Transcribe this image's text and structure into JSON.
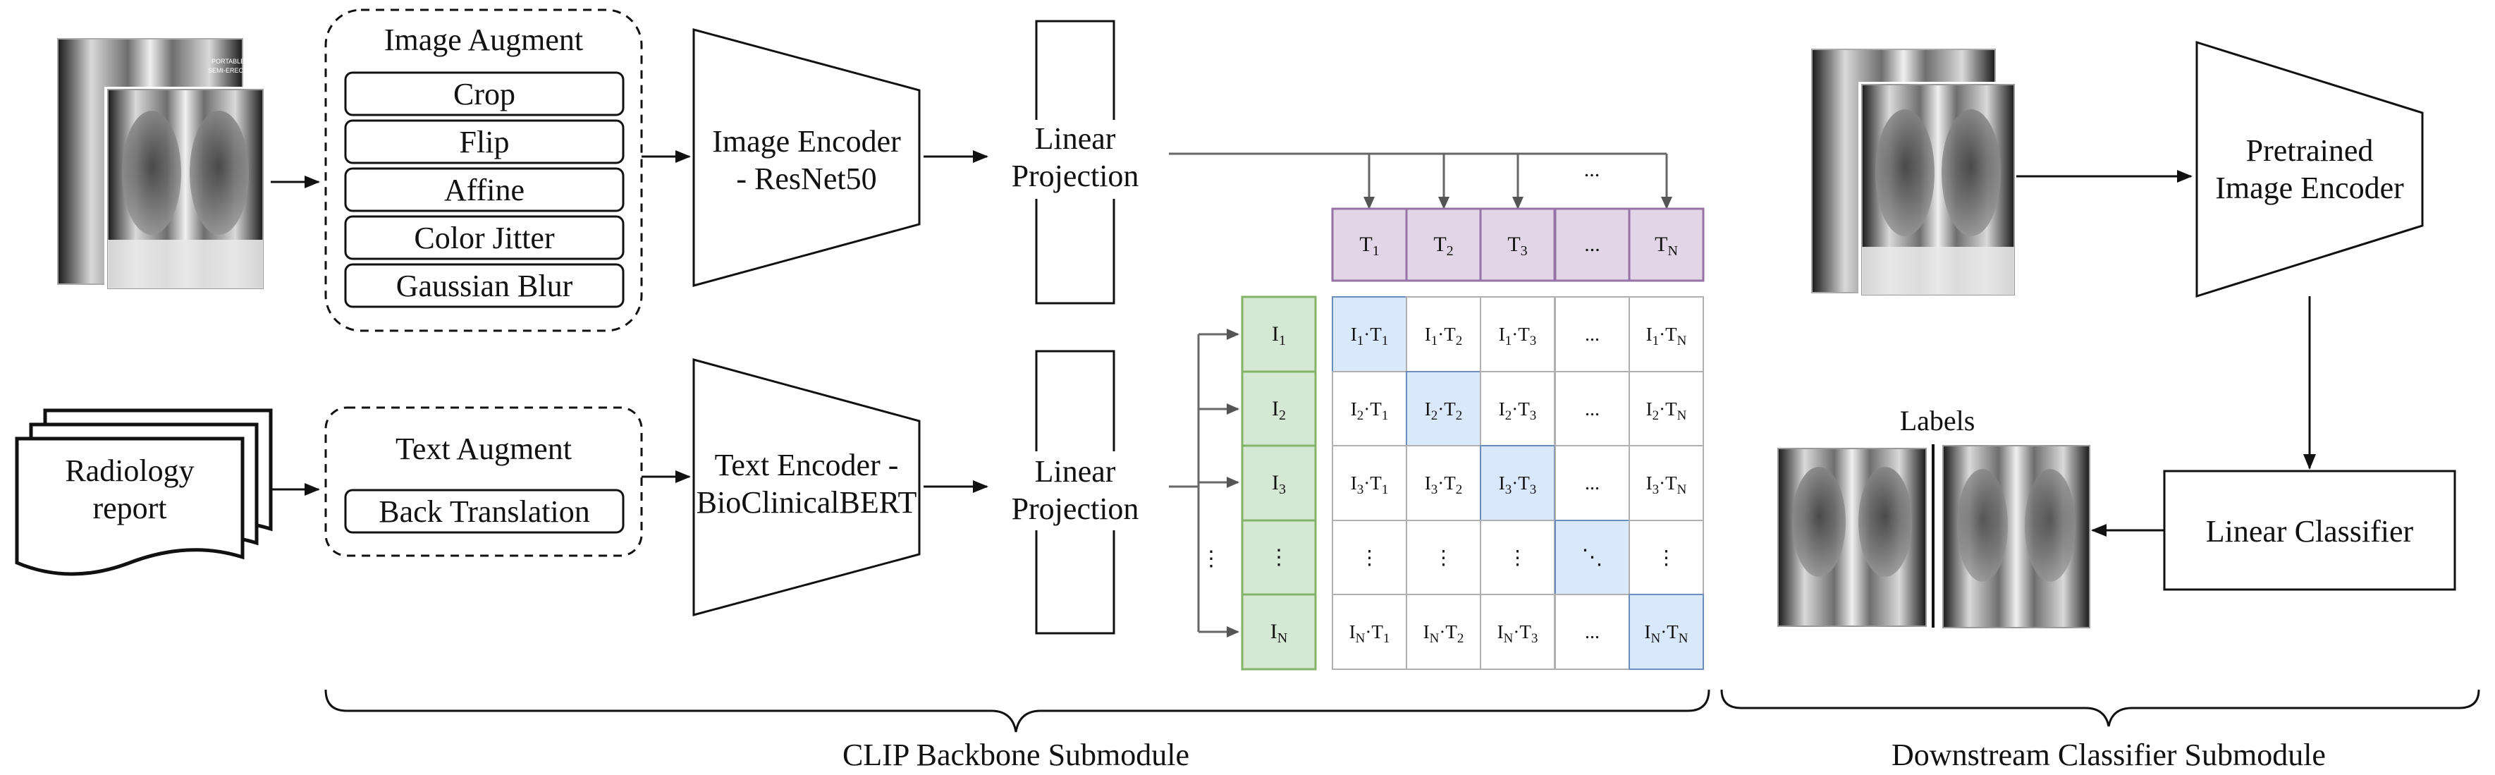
{
  "image_augment": {
    "title": "Image Augment",
    "items": [
      "Crop",
      "Flip",
      "Affine",
      "Color Jitter",
      "Gaussian Blur"
    ]
  },
  "text_augment": {
    "title": "Text Augment",
    "items": [
      "Back Translation"
    ]
  },
  "radiology_report": {
    "line1": "Radiology",
    "line2": "report"
  },
  "image_encoder": {
    "line1": "Image Encoder",
    "line2": "- ResNet50"
  },
  "text_encoder": {
    "line1": "Text Encoder -",
    "line2": "BioClinicalBERT"
  },
  "linear_projection": {
    "line1": "Linear",
    "line2": "Projection"
  },
  "xray_caption": {
    "portable": "PORTABLE",
    "semi_erect": "SEMI-ERECT"
  },
  "matrix": {
    "top_ellipsis": "...",
    "row_ellipsis": "⋮",
    "col_ellipsis": "...",
    "diag_ellipsis": "⋱",
    "t_labels": [
      {
        "b": "T",
        "s": "1"
      },
      {
        "b": "T",
        "s": "2"
      },
      {
        "b": "T",
        "s": "3"
      },
      {
        "b": "...",
        "s": ""
      },
      {
        "b": "T",
        "s": "N"
      }
    ],
    "i_labels": [
      {
        "b": "I",
        "s": "1"
      },
      {
        "b": "I",
        "s": "2"
      },
      {
        "b": "I",
        "s": "3"
      },
      {
        "b": "⋮",
        "s": ""
      },
      {
        "b": "I",
        "s": "N"
      }
    ],
    "row_keys": [
      "1",
      "2",
      "3",
      "",
      "N"
    ],
    "col_keys": [
      "1",
      "2",
      "3",
      "",
      "N"
    ],
    "highlight_color": "#dae8fc",
    "highlight_border": "#6c8ebf",
    "t_fill": "#e1d5e7",
    "t_border": "#9673a6",
    "i_fill": "#d5e8d4",
    "i_border": "#82b366"
  },
  "pretrained_encoder": {
    "line1": "Pretrained",
    "line2": "Image Encoder"
  },
  "linear_classifier": {
    "label": "Linear Classifier"
  },
  "labels_title": "Labels",
  "brace_labels": {
    "clip": "CLIP Backbone Submodule",
    "downstream": "Downstream Classifier Submodule"
  }
}
